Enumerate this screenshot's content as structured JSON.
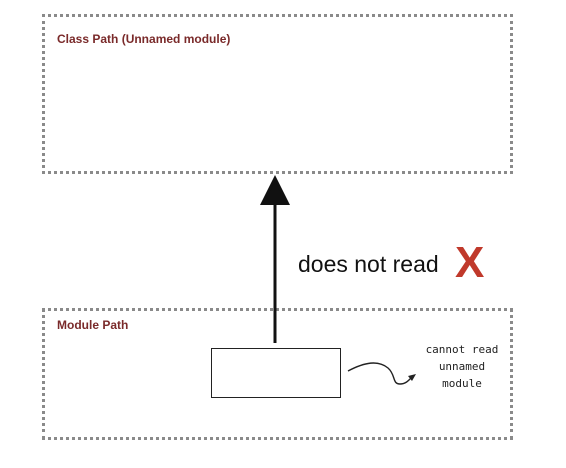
{
  "class_path": {
    "label": "Class Path (Unnamed module)"
  },
  "module_path": {
    "label": "Module Path"
  },
  "relation": {
    "label": "does not read",
    "deny_icon": "x-mark-icon",
    "deny_color": "#c0392b"
  },
  "note": {
    "line1": "cannot read",
    "line2": "unnamed",
    "line3": "module"
  }
}
